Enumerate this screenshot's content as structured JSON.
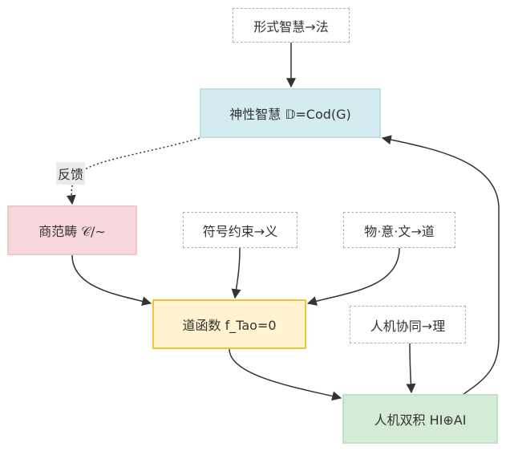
{
  "nodes": {
    "formal": "形式智慧→法",
    "divine": "神性智慧 𝔻=Cod(G)",
    "shang": "商范畴 𝒞/∼",
    "symbol": "符号约束→义",
    "things": "物·意·文→道",
    "dao": "道函数 f_Tao=0",
    "human": "人机协同→理",
    "dual": "人机双积 HI⊕AI"
  },
  "edge_labels": {
    "feedback": "反馈"
  },
  "colors": {
    "divine_fill": "#d3ecf0",
    "shang_fill": "#f8d7dc",
    "dao_fill": "#fff4cf",
    "dao_border": "#f3c23a",
    "dual_fill": "#d4ecd6",
    "edge": "#333333"
  }
}
